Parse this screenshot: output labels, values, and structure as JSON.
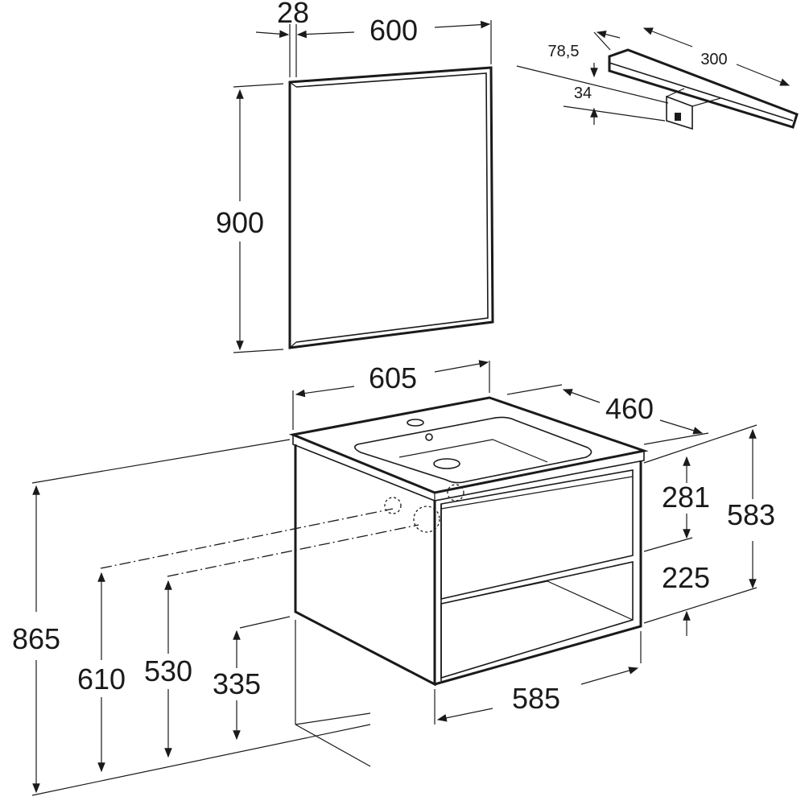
{
  "mirror": {
    "depth": "28",
    "width": "600",
    "height": "900"
  },
  "lamp": {
    "projection": "78,5",
    "length": "300",
    "bracket_height": "34"
  },
  "cabinet": {
    "top_width": "605",
    "depth": "460",
    "total_height": "583",
    "drawer_height": "281",
    "open_shelf_height": "225",
    "bottom_width": "585"
  },
  "installation": {
    "basin_top_height": "865",
    "waste_height_1": "610",
    "waste_height_2": "530",
    "cabinet_bottom_height": "335"
  },
  "colors": {
    "line": "#1a1a1a",
    "background": "#ffffff"
  }
}
